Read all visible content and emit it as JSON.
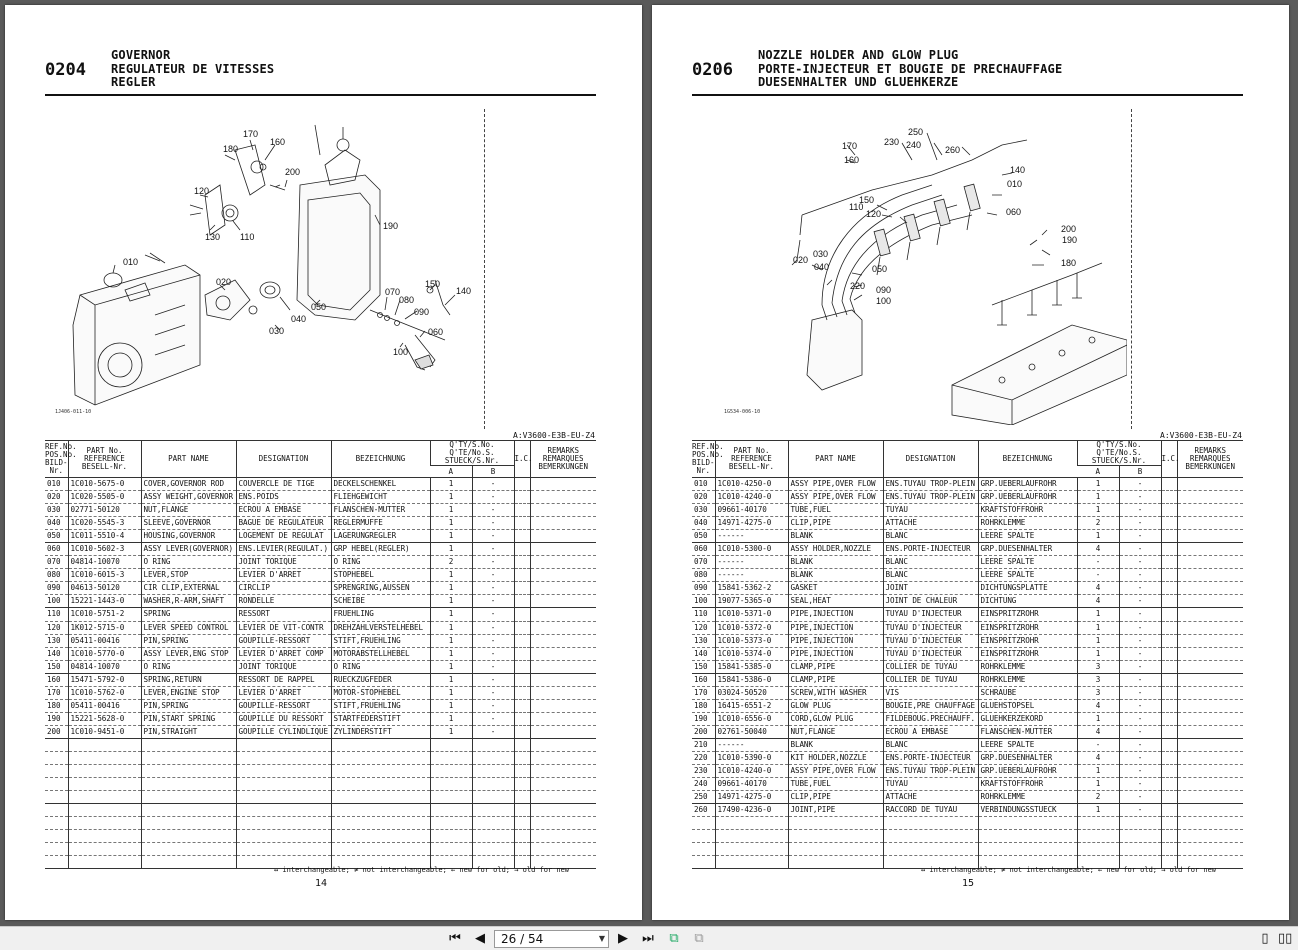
{
  "left": {
    "section": "0204",
    "titles": [
      "GOVERNOR",
      "REGULATEUR DE VITESSES",
      "REGLER"
    ],
    "model": "A:V3600-E3B-EU-Z4",
    "figure_code": "1J406-011-10",
    "page_number": "14",
    "callouts": [
      "170",
      "160",
      "180",
      "200",
      "120",
      "130",
      "110",
      "190",
      "010",
      "020",
      "050",
      "030",
      "040",
      "070",
      "080",
      "090",
      "150",
      "140",
      "060",
      "100"
    ],
    "rows": [
      [
        "010",
        "1C010-5675-0",
        "COVER,GOVERNOR ROD",
        "COUVERCLE DE TIGE",
        "DECKELSCHENKEL",
        "1",
        "-"
      ],
      [
        "020",
        "1C020-5505-0",
        "ASSY WEIGHT,GOVERNOR",
        "ENS.POIDS",
        "FLIEHGEWICHT",
        "1",
        "-"
      ],
      [
        "030",
        "02771-50120",
        "NUT,FLANGE",
        "ECROU A EMBASE",
        "FLANSCHEN-MUTTER",
        "1",
        "-"
      ],
      [
        "040",
        "1C020-5545-3",
        "SLEEVE,GOVERNOR",
        "BAGUE DE REGULATEUR",
        "REGLERMUFFE",
        "1",
        "-"
      ],
      [
        "050",
        "1C011-5510-4",
        "HOUSING,GOVERNOR",
        "LOGEMENT DE REGULAT",
        "LAGERUNGREGLER",
        "1",
        "-"
      ],
      [
        "060",
        "1C010-5602-3",
        "ASSY LEVER(GOVERNOR)",
        "ENS.LEVIER(REGULAT.)",
        "GRP HEBEL(REGLER)",
        "1",
        "-"
      ],
      [
        "070",
        "04814-10070",
        "O RING",
        "JOINT TORIQUE",
        "O RING",
        "2",
        "-"
      ],
      [
        "080",
        "1C010-6015-3",
        "LEVER,STOP",
        "LEVIER D'ARRET",
        "STOPHEBEL",
        "1",
        "-"
      ],
      [
        "090",
        "04613-50120",
        "CIR CLIP,EXTERNAL",
        "CIRCLIP",
        "SPRENGRING,AUSSEN",
        "1",
        "-"
      ],
      [
        "100",
        "15221-1443-0",
        "WASHER,R-ARM,SHAFT",
        "RONDELLE",
        "SCHEIBE",
        "1",
        "-"
      ],
      [
        "110",
        "1C010-5751-2",
        "SPRING",
        "RESSORT",
        "FRUEHLING",
        "1",
        "-"
      ],
      [
        "120",
        "1K012-5715-0",
        "LEVER SPEED CONTROL",
        "LEVIER DE VIT-CONTR",
        "DREHZAHLVERSTELHEBEL",
        "1",
        "-"
      ],
      [
        "130",
        "05411-00416",
        "PIN,SPRING",
        "GOUPILLE-RESSORT",
        "STIFT,FRUEHLING",
        "1",
        "-"
      ],
      [
        "140",
        "1C010-5770-0",
        "ASSY LEVER,ENG STOP",
        "LEVIER D'ARRET COMP",
        "MOTORABSTELLHEBEL",
        "1",
        "-"
      ],
      [
        "150",
        "04814-10070",
        "O RING",
        "JOINT TORIQUE",
        "O RING",
        "1",
        "-"
      ],
      [
        "160",
        "15471-5792-0",
        "SPRING,RETURN",
        "RESSORT DE RAPPEL",
        "RUECKZUGFEDER",
        "1",
        "-"
      ],
      [
        "170",
        "1C010-5762-0",
        "LEVER,ENGINE STOP",
        "LEVIER D'ARRET",
        "MOTOR-STOPHEBEL",
        "1",
        "-"
      ],
      [
        "180",
        "05411-00416",
        "PIN,SPRING",
        "GOUPILLE-RESSORT",
        "STIFT,FRUEHLING",
        "1",
        "-"
      ],
      [
        "190",
        "15221-5628-0",
        "PIN,START SPRING",
        "GOUPILLE DU RESSORT",
        "STARTFEDERSTIFT",
        "1",
        "-"
      ],
      [
        "200",
        "1C010-9451-0",
        "PIN,STRAIGHT",
        "GOUPILLE CYLINDLIQUE",
        "ZYLINDERSTIFT",
        "1",
        "-"
      ],
      [
        "",
        "",
        "",
        "",
        "",
        "",
        ""
      ],
      [
        "",
        "",
        "",
        "",
        "",
        "",
        ""
      ],
      [
        "",
        "",
        "",
        "",
        "",
        "",
        ""
      ],
      [
        "",
        "",
        "",
        "",
        "",
        "",
        ""
      ],
      [
        "",
        "",
        "",
        "",
        "",
        "",
        ""
      ],
      [
        "",
        "",
        "",
        "",
        "",
        "",
        ""
      ],
      [
        "",
        "",
        "",
        "",
        "",
        "",
        ""
      ],
      [
        "",
        "",
        "",
        "",
        "",
        "",
        ""
      ],
      [
        "",
        "",
        "",
        "",
        "",
        "",
        ""
      ],
      [
        "",
        "",
        "",
        "",
        "",
        "",
        ""
      ]
    ]
  },
  "right": {
    "section": "0206",
    "titles": [
      "NOZZLE HOLDER AND GLOW PLUG",
      "PORTE-INJECTEUR ET BOUGIE DE PRECHAUFFAGE",
      "DUESENHALTER UND GLUEHKERZE"
    ],
    "model": "A:V3600-E3B-EU-Z4",
    "figure_code": "1G534-006-10",
    "page_number": "15",
    "callouts": [
      "250",
      "240",
      "260",
      "230",
      "170",
      "160",
      "150",
      "110",
      "120",
      "140",
      "010",
      "060",
      "030",
      "040",
      "020",
      "050",
      "220",
      "090",
      "100",
      "200",
      "190",
      "180"
    ],
    "rows": [
      [
        "010",
        "1C010-4250-0",
        "ASSY PIPE,OVER FLOW",
        "ENS.TUYAU TROP-PLEIN",
        "GRP.UEBERLAUFROHR",
        "1",
        "-"
      ],
      [
        "020",
        "1C010-4240-0",
        "ASSY PIPE,OVER FLOW",
        "ENS.TUYAU TROP-PLEIN",
        "GRP.UEBERLAUFROHR",
        "1",
        "-"
      ],
      [
        "030",
        "09661-40170",
        "TUBE,FUEL",
        "TUYAU",
        "KRAFTSTOFFROHR",
        "1",
        "-"
      ],
      [
        "040",
        "14971-4275-0",
        "CLIP,PIPE",
        "ATTACHE",
        "ROHRKLEMME",
        "2",
        "-"
      ],
      [
        "050",
        "------",
        "BLANK",
        "BLANC",
        "LEERE SPALTE",
        "1",
        "-"
      ],
      [
        "060",
        "1C010-5300-0",
        "ASSY HOLDER,NOZZLE",
        "ENS.PORTE-INJECTEUR",
        "GRP.DUESENHALTER",
        "4",
        "-"
      ],
      [
        "070",
        "------",
        "BLANK",
        "BLANC",
        "LEERE SPALTE",
        "-",
        "-"
      ],
      [
        "080",
        "------",
        "BLANK",
        "BLANC",
        "LEERE SPALTE",
        "-",
        "-"
      ],
      [
        "090",
        "15841-5362-2",
        "GASKET",
        "JOINT",
        "DICHTUNGSPLATTE",
        "4",
        "-"
      ],
      [
        "100",
        "19077-5365-0",
        "SEAL,HEAT",
        "JOINT DE CHALEUR",
        "DICHTUNG",
        "4",
        "-"
      ],
      [
        "110",
        "1C010-5371-0",
        "PIPE,INJECTION",
        "TUYAU D'INJECTEUR",
        "EINSPRITZROHR",
        "1",
        "-"
      ],
      [
        "120",
        "1C010-5372-0",
        "PIPE,INJECTION",
        "TUYAU D'INJECTEUR",
        "EINSPRITZROHR",
        "1",
        "-"
      ],
      [
        "130",
        "1C010-5373-0",
        "PIPE,INJECTION",
        "TUYAU D'INJECTEUR",
        "EINSPRITZROHR",
        "1",
        "-"
      ],
      [
        "140",
        "1C010-5374-0",
        "PIPE,INJECTION",
        "TUYAU D'INJECTEUR",
        "EINSPRITZROHR",
        "1",
        "-"
      ],
      [
        "150",
        "15841-5385-0",
        "CLAMP,PIPE",
        "COLLIER DE TUYAU",
        "ROHRKLEMME",
        "3",
        "-"
      ],
      [
        "160",
        "15841-5386-0",
        "CLAMP,PIPE",
        "COLLIER DE TUYAU",
        "ROHRKLEMME",
        "3",
        "-"
      ],
      [
        "170",
        "03024-50520",
        "SCREW,WITH WASHER",
        "VIS",
        "SCHRAUBE",
        "3",
        "-"
      ],
      [
        "180",
        "16415-6551-2",
        "GLOW PLUG",
        "BOUGIE,PRE CHAUFFAGE",
        "GLUEHSTOPSEL",
        "4",
        "-"
      ],
      [
        "190",
        "1C010-6556-0",
        "CORD,GLOW PLUG",
        "FILDEBOUG.PRECHAUFF.",
        "GLUEHKERZEKORD",
        "1",
        "-"
      ],
      [
        "200",
        "02761-50040",
        "NUT,FLANGE",
        "ECROU A EMBASE",
        "FLANSCHEN-MUTTER",
        "4",
        "-"
      ],
      [
        "210",
        "------",
        "BLANK",
        "BLANC",
        "LEERE SPALTE",
        "-",
        "-"
      ],
      [
        "220",
        "1C010-5390-0",
        "KIT HOLDER,NOZZLE",
        "ENS.PORTE-INJECTEUR",
        "GRP.DUESENHALTER",
        "4",
        "-"
      ],
      [
        "230",
        "1C010-4240-0",
        "ASSY PIPE,OVER FLOW",
        "ENS.TUYAU TROP-PLEIN",
        "GRP.UEBERLAUFROHR",
        "1",
        "-"
      ],
      [
        "240",
        "09661-40170",
        "TUBE,FUEL",
        "TUYAU",
        "KRAFTSTOFFROHR",
        "1",
        "-"
      ],
      [
        "250",
        "14971-4275-0",
        "CLIP,PIPE",
        "ATTACHE",
        "ROHRKLEMME",
        "2",
        "-"
      ],
      [
        "260",
        "17490-4236-0",
        "JOINT,PIPE",
        "RACCORD DE TUYAU",
        "VERBINDUNGSSTUECK",
        "1",
        "-"
      ],
      [
        "",
        "",
        "",
        "",
        "",
        "",
        ""
      ],
      [
        "",
        "",
        "",
        "",
        "",
        "",
        ""
      ],
      [
        "",
        "",
        "",
        "",
        "",
        "",
        ""
      ],
      [
        "",
        "",
        "",
        "",
        "",
        "",
        ""
      ]
    ]
  },
  "columns": {
    "ref": [
      "REF.No.",
      "POS.No.",
      "BILD-Nr."
    ],
    "part_no": [
      "PART No.",
      "REFERENCE",
      "BESELL-Nr."
    ],
    "part_name": "PART NAME",
    "designation": "DESIGNATION",
    "bezeichnung": "BEZEICHNUNG",
    "qty": [
      "Q'TY/S.No.",
      "Q'TE/No.S.",
      "STUECK/S.Nr."
    ],
    "qa": "A",
    "qb": "B",
    "ic": "I.C.",
    "remarks": [
      "REMARKS",
      "REMARQUES",
      "BEMERKUNGEN"
    ]
  },
  "legend": "↔ interchangeable; ≠ not interchangeable; ← new for old; → old for new",
  "toolbar": {
    "page_value": "26 / 54"
  }
}
